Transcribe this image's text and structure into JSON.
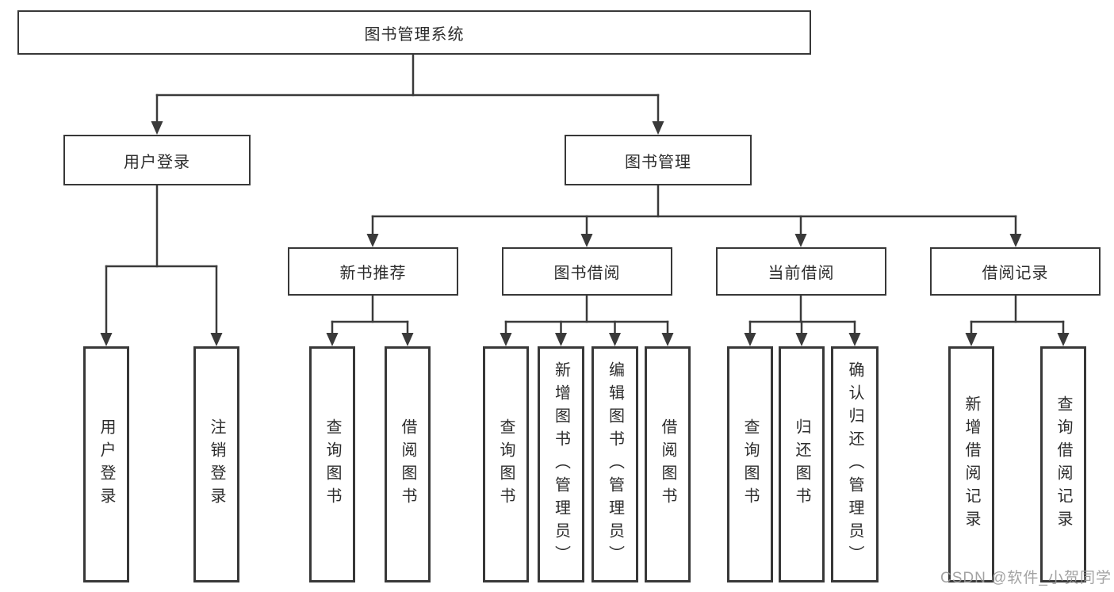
{
  "diagram": {
    "root": {
      "label": "图书管理系统"
    },
    "branches": [
      {
        "label": "用户登录",
        "children": [
          {
            "label": "用户登录"
          },
          {
            "label": "注销登录"
          }
        ]
      },
      {
        "label": "图书管理",
        "children": [
          {
            "label": "新书推荐",
            "children": [
              {
                "label": "查询图书"
              },
              {
                "label": "借阅图书"
              }
            ]
          },
          {
            "label": "图书借阅",
            "children": [
              {
                "label": "查询图书"
              },
              {
                "label": "新增图书（管理员）"
              },
              {
                "label": "编辑图书（管理员）"
              },
              {
                "label": "借阅图书"
              }
            ]
          },
          {
            "label": "当前借阅",
            "children": [
              {
                "label": "查询图书"
              },
              {
                "label": "归还图书"
              },
              {
                "label": "确认归还（管理员）"
              }
            ]
          },
          {
            "label": "借阅记录",
            "children": [
              {
                "label": "新增借阅记录"
              },
              {
                "label": "查询借阅记录"
              }
            ]
          }
        ]
      }
    ]
  },
  "watermark": {
    "text": "CSDN @软件_小贺同学"
  },
  "colors": {
    "line": "#3a3a3a",
    "text": "#2d2d2d",
    "watermark": "#969696",
    "background": "#ffffff"
  }
}
